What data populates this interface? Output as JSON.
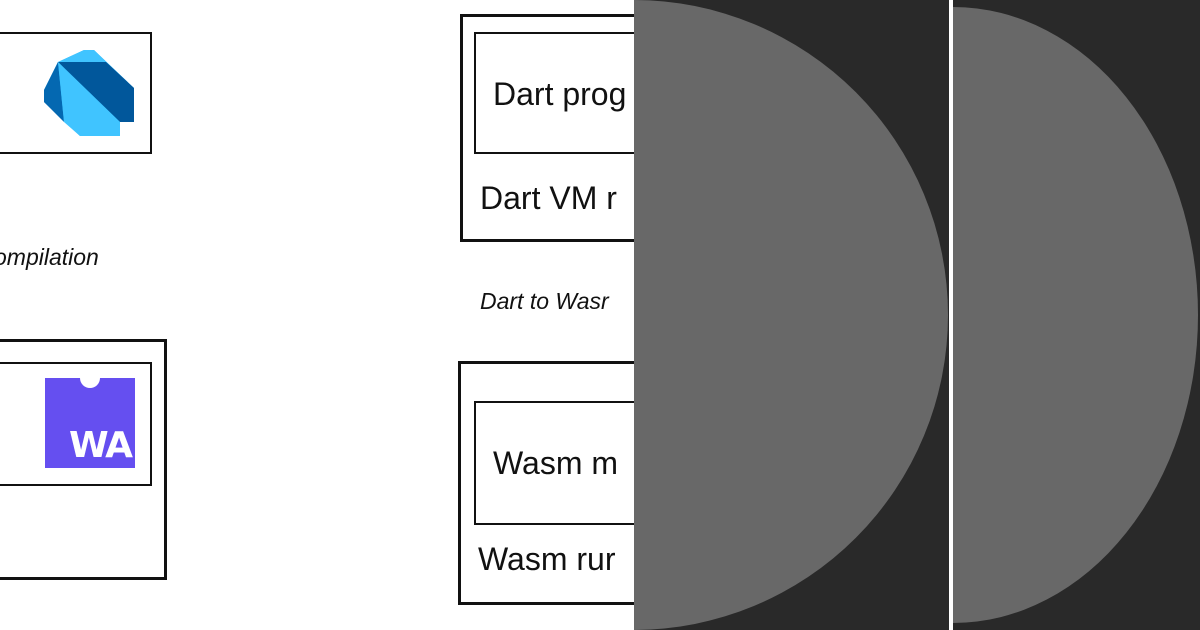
{
  "diagram": {
    "left_column": {
      "top_box": {
        "logo": "dart-logo-icon"
      },
      "caption": "ompilation",
      "bottom_box": {
        "logo": "webassembly-logo-icon",
        "logo_text": "WA"
      }
    },
    "right_column": {
      "top_box": {
        "inner_label": "Dart prog",
        "outer_label": "Dart VM r"
      },
      "caption": "Dart to Wasr",
      "bottom_box": {
        "inner_label": "Wasm m",
        "outer_label": "Wasm rur"
      }
    }
  },
  "overlay": {
    "panels": 2,
    "panel_color": "#292929",
    "shape_color": "#686868",
    "divider_color": "#ffffff"
  },
  "colors": {
    "dart_light": "#40C4FF",
    "dart_mid": "#29B6F6",
    "dart_dark": "#01579B",
    "wasm_purple": "#654FF0",
    "ink": "#111111"
  }
}
